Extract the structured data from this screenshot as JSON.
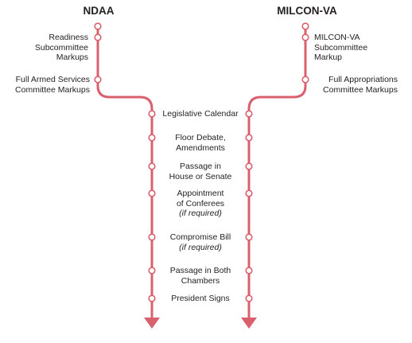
{
  "tracks": {
    "left": {
      "title": "NDAA"
    },
    "right": {
      "title": "MILCON-VA"
    }
  },
  "left_steps": {
    "readiness": [
      "Readiness",
      "Subcommittee",
      "Markups"
    ],
    "full_committee": [
      "Full Armed Services",
      "Committee Markups"
    ]
  },
  "right_steps": {
    "subcommittee": [
      "MILCON-VA",
      "Subcommittee",
      "Markup"
    ],
    "full_committee": [
      "Full Appropriations",
      "Committee Markups"
    ]
  },
  "shared_steps": {
    "calendar": [
      "Legislative Calendar"
    ],
    "floor": [
      "Floor Debate,",
      "Amendments"
    ],
    "passage": [
      "Passage in",
      "House or Senate"
    ],
    "conferees": [
      "Appointment",
      "of Conferees"
    ],
    "conferees_note": "(if required)",
    "compromise": [
      "Compromise Bill"
    ],
    "compromise_note": "(if required)",
    "both": [
      "Passage in Both",
      "Chambers"
    ],
    "signs": [
      "President Signs"
    ]
  },
  "colors": {
    "track": "#d9606d",
    "node_fill": "#ffffff",
    "text": "#231f20"
  }
}
